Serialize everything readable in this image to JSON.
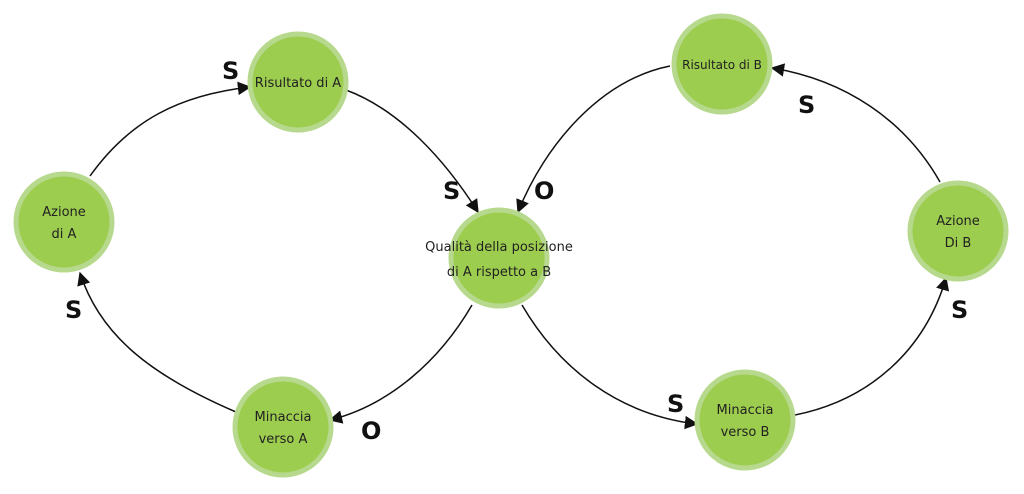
{
  "nodes": {
    "azione_a": {
      "line1": "Azione",
      "line2": "di A"
    },
    "risultato_a": {
      "label": "Risultato di A"
    },
    "qualita": {
      "line1": "Qualità della posizione",
      "line2": "di A rispetto a B"
    },
    "minaccia_a": {
      "line1": "Minaccia",
      "line2": "verso A"
    },
    "risultato_b": {
      "label": "Risultato di B"
    },
    "azione_b": {
      "line1": "Azione",
      "line2": "Di B"
    },
    "minaccia_b": {
      "line1": "Minaccia",
      "line2": "verso B"
    }
  },
  "edge_signs": {
    "azione_a_to_risultato_a": "S",
    "risultato_a_to_qualita": "S",
    "risultato_b_to_qualita": "O",
    "qualita_to_minaccia_a": "O",
    "minaccia_a_to_azione_a": "S",
    "qualita_to_minaccia_b": "S",
    "minaccia_b_to_azione_b": "S",
    "azione_b_to_risultato_b": "S"
  },
  "colors": {
    "node_fill": "#9dcd4e",
    "node_stroke": "#b7d98d",
    "edge": "#111111"
  }
}
